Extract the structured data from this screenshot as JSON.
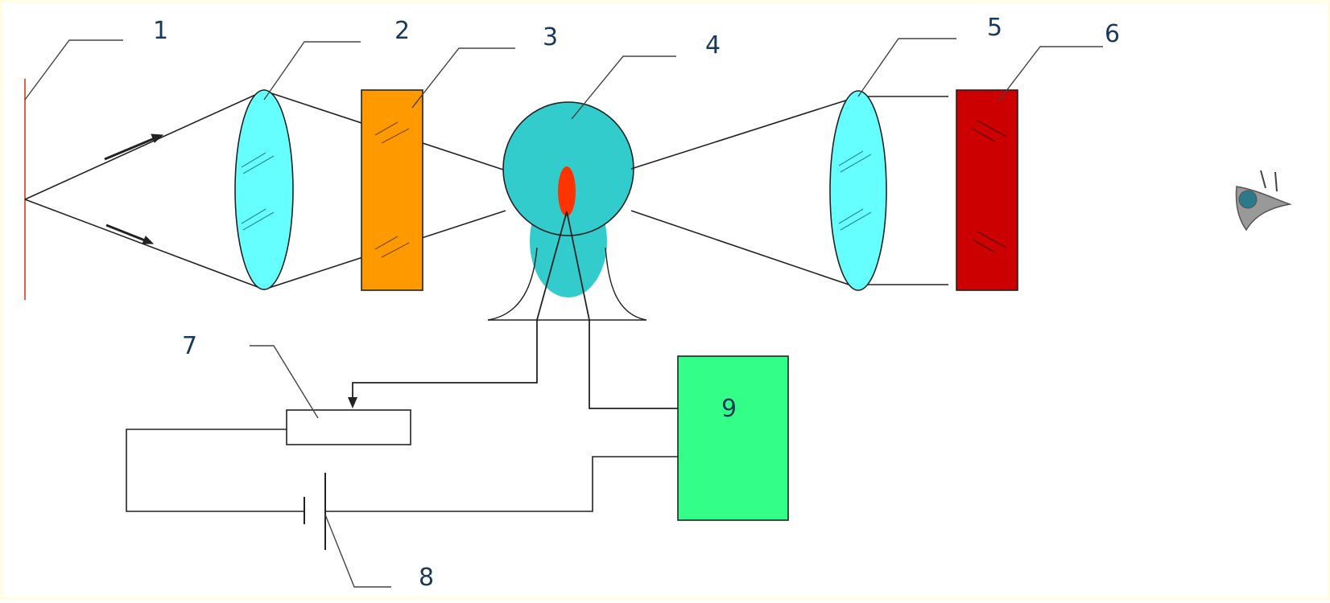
{
  "labels": {
    "n1": "1",
    "n2": "2",
    "n3": "3",
    "n4": "4",
    "n5": "5",
    "n6": "6",
    "n7": "7",
    "n8": "8",
    "n9": "9"
  },
  "colors": {
    "source_line": "#e06040",
    "lens": "#66ffff",
    "filter_orange": "#ff9900",
    "flame_bulb": "#33cccc",
    "flame_core": "#ff3300",
    "filter_red": "#cc0000",
    "box9": "#33ff88",
    "label": "#1a3a5c",
    "eye": "#999999",
    "pupil": "#2a7a8a"
  }
}
